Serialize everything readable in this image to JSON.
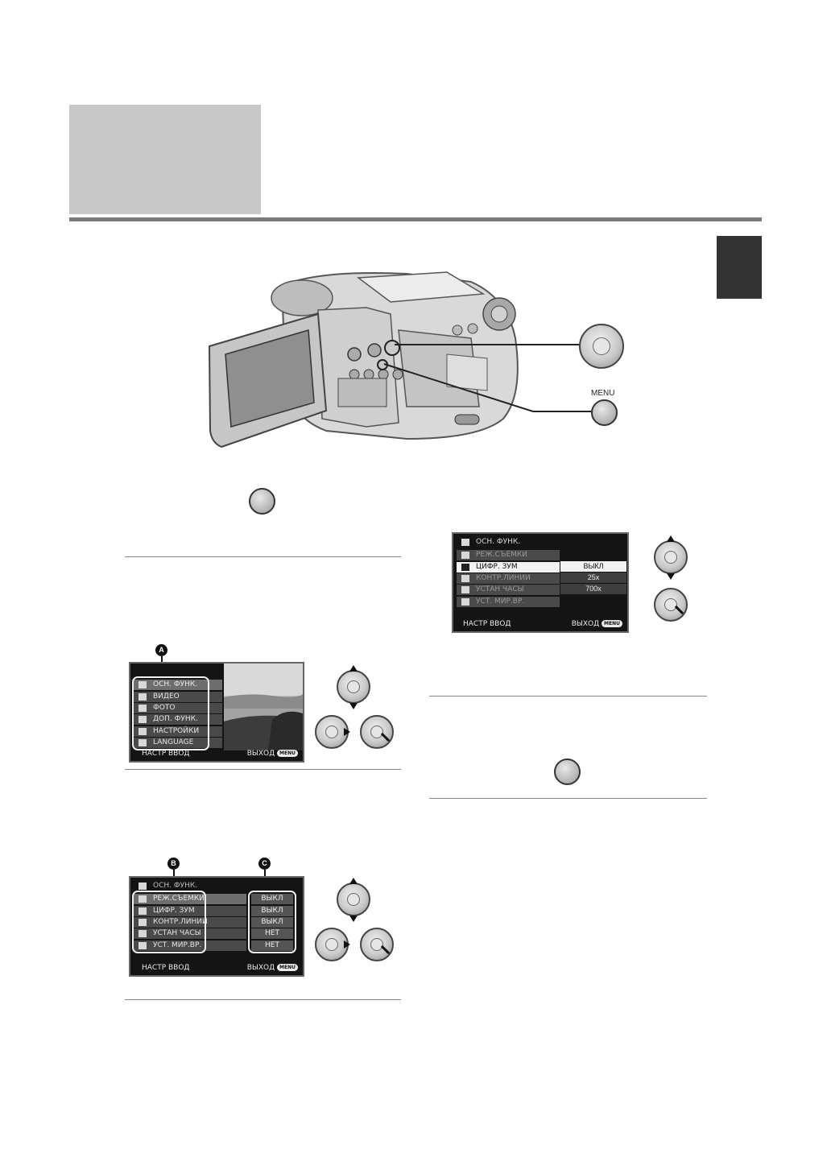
{
  "camera": {
    "menu_label": "MENU"
  },
  "menu_top": {
    "badge": "A",
    "items": [
      "ОСН. ФУНК.",
      "ВИДЕО",
      "ФОТО",
      "ДОП. ФУНК.",
      "НАСТРОЙКИ",
      "LANGUAGE"
    ],
    "footer_left": "НАСТР  ВВОД",
    "footer_right": "ВЫХОД",
    "menu_pill": "MENU"
  },
  "menu_sub": {
    "header": "ОСН. ФУНК.",
    "badge_items": "B",
    "badge_values": "C",
    "items": [
      "РЕЖ.СЪЕМКИ",
      "ЦИФР. ЗУМ",
      "КОНТР.ЛИНИИ",
      "УСТАН ЧАСЫ",
      "УСТ. МИР.ВР."
    ],
    "values": [
      "ВЫКЛ",
      "ВЫКЛ",
      "ВЫКЛ",
      "НЕТ",
      "НЕТ"
    ],
    "footer_left": "НАСТР  ВВОД",
    "footer_right": "ВЫХОД",
    "menu_pill": "MENU"
  },
  "menu_zoom": {
    "header": "ОСН. ФУНК.",
    "items": [
      "РЕЖ.СЪЕМКИ",
      "ЦИФР. ЗУМ",
      "КОНТР.ЛИНИИ",
      "УСТАН ЧАСЫ",
      "УСТ. МИР.ВР."
    ],
    "options": [
      "ВЫКЛ",
      "25x",
      "700x"
    ],
    "footer_left": "НАСТР  ВВОД",
    "footer_right": "ВЫХОД",
    "menu_pill": "MENU"
  }
}
